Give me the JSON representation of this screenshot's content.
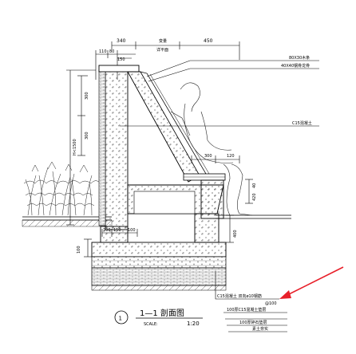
{
  "drawing": {
    "dimensions_top": {
      "d1": "340",
      "d2": "450",
      "d3": "110",
      "d4": "80",
      "d5": "150"
    },
    "center_label_1": "变量",
    "center_label_2": "详平面",
    "dimensions_left": {
      "d1": "300",
      "d2": "300",
      "total": "H<1500",
      "base": "100"
    },
    "dimensions_mid": {
      "d1": "300",
      "d2": "120",
      "d3": "400",
      "d4": "100",
      "d5": "150",
      "d6": "100"
    },
    "dimensions_right": {
      "d1": "40",
      "d2": "420"
    },
    "labels": {
      "wood_strip": "80X30木条",
      "steel_keel": "40X40钢骨龙骨",
      "concrete": "C15混凝土",
      "rebar": "C15混凝土 双向ø10钢筋",
      "rebar_spacing": "@100",
      "layer_concrete": "100厚C15混凝土垫层",
      "layer_gravel": "100厚碎石垫层",
      "layer_soil": "素土夯实"
    },
    "section": {
      "number": "1",
      "title": "1—1 剖面图",
      "scale_label": "SCALE:",
      "scale_value": "1:20"
    },
    "colors": {
      "line": "#000000",
      "accent": "#e8202a"
    }
  }
}
